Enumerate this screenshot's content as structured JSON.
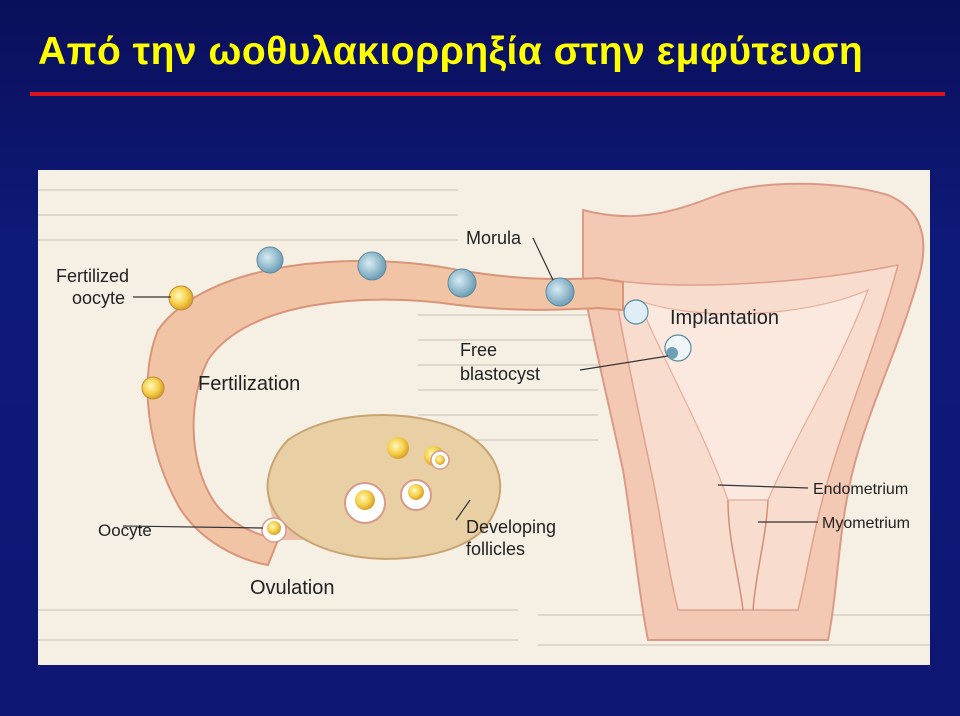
{
  "slide": {
    "title": "Από την ωοθυλακιορρηξία στην εμφύτευση"
  },
  "figure": {
    "labels": {
      "morula": "Morula",
      "fertilized_oocyte_line1": "Fertilized",
      "fertilized_oocyte_line2": "oocyte",
      "implantation": "Implantation",
      "free_blastocyst_line1": "Free",
      "free_blastocyst_line2": "blastocyst",
      "fertilization": "Fertilization",
      "endometrium": "Endometrium",
      "myometrium": "Myometrium",
      "oocyte": "Oocyte",
      "developing_follicles_line1": "Developing",
      "developing_follicles_line2": "follicles",
      "ovulation": "Ovulation"
    },
    "colors": {
      "title": "#ffff00",
      "rule": "#d8141e",
      "background": "#0d1672",
      "tube": "#f2c4a6",
      "uterus": "#f4c9b4",
      "ovary": "#e8cfa4",
      "cell": "#f5d24a"
    }
  }
}
